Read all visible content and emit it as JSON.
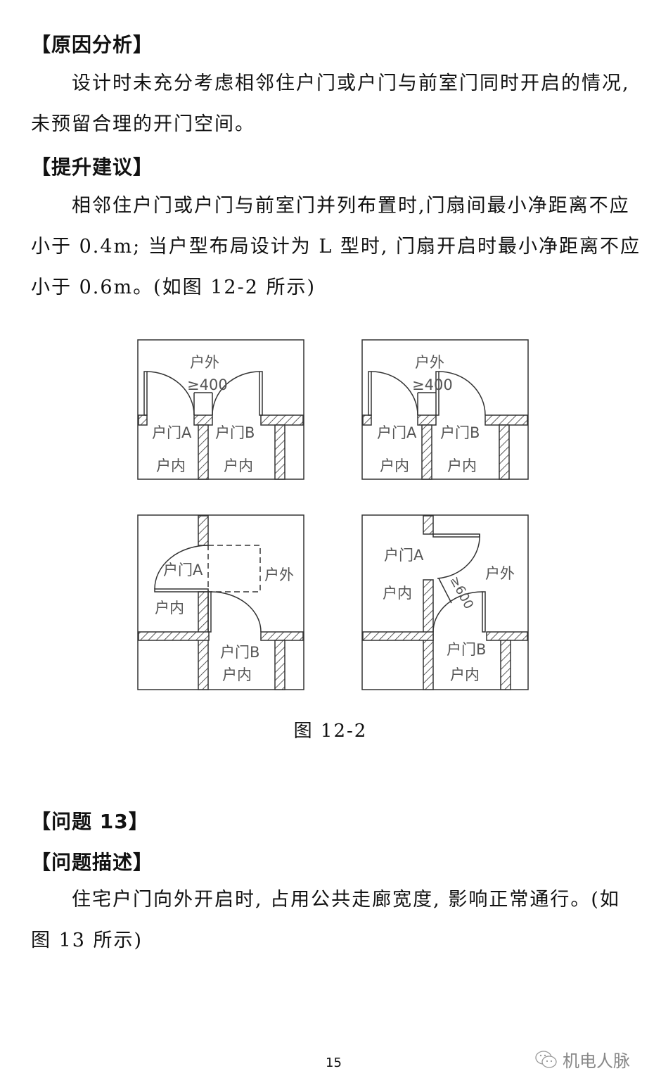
{
  "section_cause": {
    "heading": "【原因分析】",
    "lines": [
      "设计时未充分考虑相邻住户门或户门与前室门同时开启的情况,",
      "未预留合理的开门空间。"
    ]
  },
  "section_suggestion": {
    "heading": "【提升建议】",
    "lines": [
      "相邻住户门或户门与前室门并列布置时,门扇间最小净距离不应",
      "小于 0.4m; 当户型布局设计为 L 型时, 门扇开启时最小净距离不应",
      "小于 0.6m。(如图 12-2 所示)"
    ]
  },
  "figure": {
    "caption": "图 12-2",
    "panels": [
      {
        "id": "top-left",
        "outside": "户外",
        "dimension": "≥400",
        "door_a": "户门A",
        "door_b": "户门B",
        "inside_a": "户内",
        "inside_b": "户内"
      },
      {
        "id": "top-right",
        "outside": "户外",
        "dimension": "≥400",
        "door_a": "户门A",
        "door_b": "户门B",
        "inside_a": "户内",
        "inside_b": "户内"
      },
      {
        "id": "bottom-left",
        "outside": "户外",
        "door_a": "户门A",
        "door_b": "户门B",
        "inside_a": "户内",
        "inside_b": "户内"
      },
      {
        "id": "bottom-right",
        "outside": "户外",
        "dimension": "≥600",
        "door_a": "户门A",
        "door_b": "户门B",
        "inside_a": "户内",
        "inside_b": "户内"
      }
    ]
  },
  "section_problem": {
    "heading": "【问题 13】"
  },
  "section_description": {
    "heading": "【问题描述】",
    "lines": [
      "住宅户门向外开启时, 占用公共走廊宽度, 影响正常通行。(如",
      "图 13 所示)"
    ]
  },
  "footer": {
    "page_number": "15",
    "watermark": "机电人脉"
  }
}
